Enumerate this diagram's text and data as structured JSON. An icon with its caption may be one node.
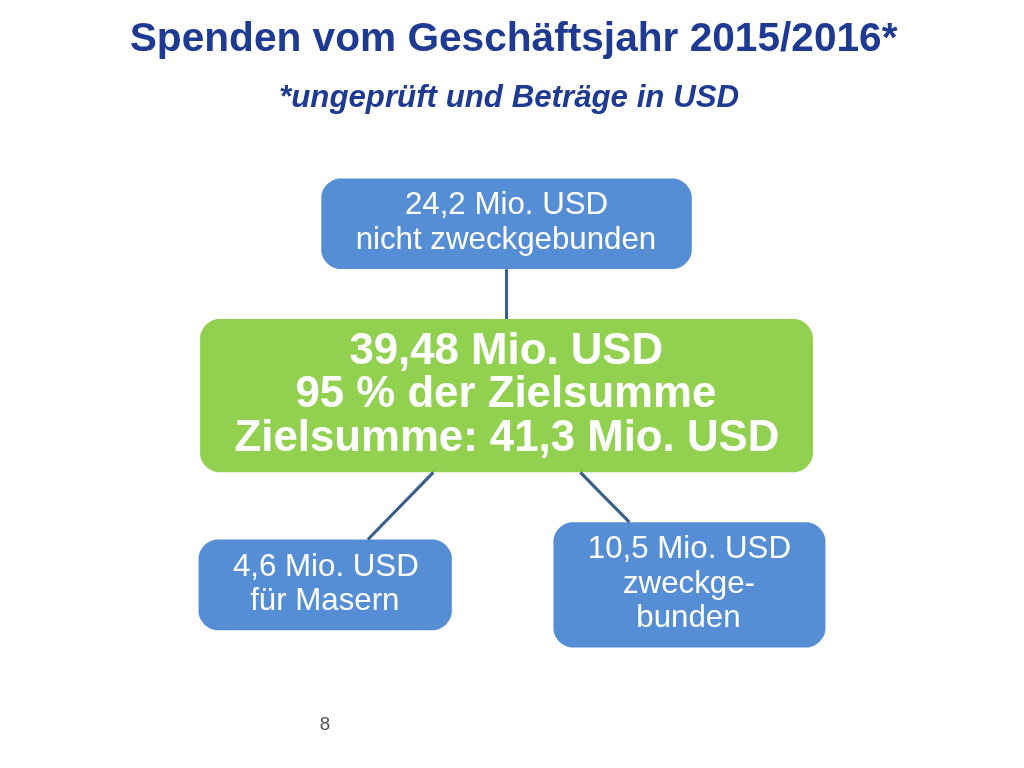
{
  "diagram": {
    "title": "Spenden vom Geschäftsjahr 2015/2016*",
    "nodes": [
      {
        "text": [
          "24,2 Mio. USD",
          "nicht zweckgebunden"
        ]
      },
      {
        "text": [
          "39,48 Mio. USD",
          "95 % der Zielsumme",
          "Zielsumme: 41,3 Mio. USD"
        ]
      },
      {
        "text": [
          "4,6 Mio. USD für Masern"
        ]
      },
      {
        "text": [
          "10,5 Mio. USD zweckge- bunden"
        ]
      }
    ],
    "edges": [
      {
        "from": 0,
        "to": 1,
        "arrow": "none"
      },
      {
        "from": 1,
        "to": 2,
        "arrow": "none"
      },
      {
        "from": 1,
        "to": 3,
        "arrow": "none"
      }
    ],
    "labels": [
      "*ungeprüft und Beträge in USD",
      "8"
    ]
  }
}
